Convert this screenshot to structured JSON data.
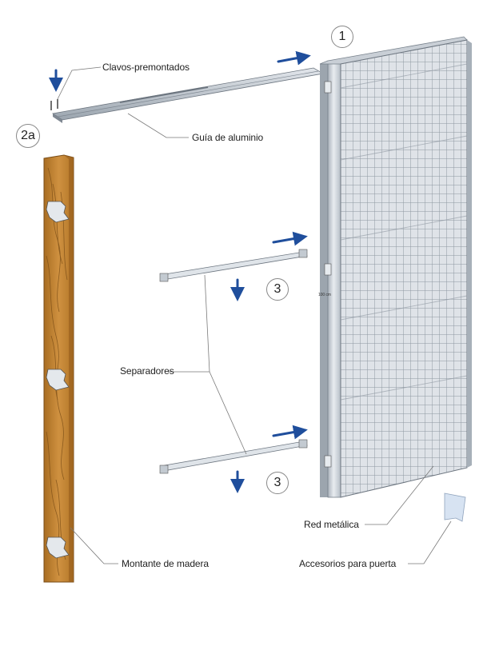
{
  "labels": {
    "clavos": "Clavos-premontados",
    "guia": "Guía de aluminio",
    "separadores": "Separadores",
    "red": "Red metálica",
    "accesorios": "Accesorios para puerta",
    "montante": "Montante de madera",
    "measure": "100 cm"
  },
  "steps": {
    "s1": "1",
    "s2a": "2a",
    "s3a": "3",
    "s3b": "3"
  },
  "colors": {
    "arrow": "#1f4e9c",
    "wood": "#c8892f",
    "wood_dark": "#8a5a1c",
    "metal": "#c9d0d8",
    "metal_dark": "#8e98a3",
    "grid": "#9aa3ad",
    "leader": "#7a7a7a"
  }
}
